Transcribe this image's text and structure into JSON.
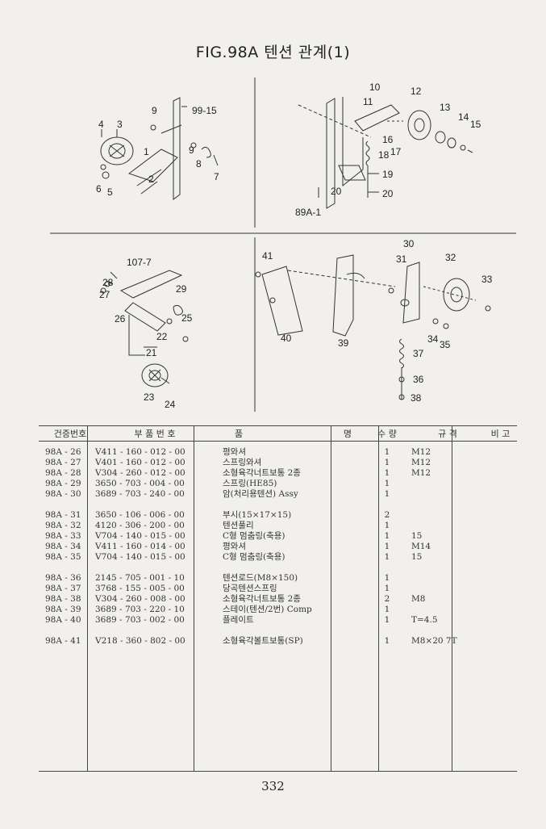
{
  "title": "FIG.98A 텐션 관계(1)",
  "page_number": "332",
  "figure_labels": {
    "q1": [
      "9",
      "99-15",
      "4",
      "3",
      "1",
      "9",
      "8",
      "7",
      "6",
      "5",
      "2"
    ],
    "q2": [
      "10",
      "11",
      "12",
      "13",
      "14",
      "15",
      "16",
      "17",
      "18",
      "19",
      "20",
      "20",
      "89A-1"
    ],
    "q3": [
      "107-7",
      "28",
      "27",
      "26",
      "29",
      "25",
      "22",
      "21",
      "23",
      "24"
    ],
    "q4": [
      "41",
      "40",
      "39",
      "30",
      "31",
      "32",
      "33",
      "37",
      "34",
      "35",
      "36",
      "38"
    ]
  },
  "table": {
    "headers": [
      "건증번호",
      "부 품 번 호",
      "품",
      "명",
      "수 량",
      "규 격",
      "비 고"
    ],
    "rows": [
      {
        "no": "98A - 26",
        "part": "V411 - 160 - 012 - 00",
        "name": "평와셔",
        "qty": "1",
        "spec": "M12"
      },
      {
        "no": "98A - 27",
        "part": "V401 - 160 - 012 - 00",
        "name": "스프링와셔",
        "qty": "1",
        "spec": "M12"
      },
      {
        "no": "98A - 28",
        "part": "V304 - 260 - 012 - 00",
        "name": "소형육각너트보통 2종",
        "qty": "1",
        "spec": "M12"
      },
      {
        "no": "98A - 29",
        "part": "3650 - 703 - 004 - 00",
        "name": "스프링(HE85)",
        "qty": "1",
        "spec": ""
      },
      {
        "no": "98A - 30",
        "part": "3689 - 703 - 240 - 00",
        "name": "암(처리용텐션) Assy",
        "qty": "1",
        "spec": ""
      },
      {
        "no": "98A - 31",
        "part": "3650 - 106 - 006 - 00",
        "name": "부시(15×17×15)",
        "qty": "2",
        "spec": ""
      },
      {
        "no": "98A - 32",
        "part": "4120 - 306 - 200 - 00",
        "name": "텐션풀리",
        "qty": "1",
        "spec": ""
      },
      {
        "no": "98A - 33",
        "part": "V704 - 140 - 015 - 00",
        "name": "C형 멈춤링(축용)",
        "qty": "1",
        "spec": "15"
      },
      {
        "no": "98A - 34",
        "part": "V411 - 160 - 014 - 00",
        "name": "평와셔",
        "qty": "1",
        "spec": "M14"
      },
      {
        "no": "98A - 35",
        "part": "V704 - 140 - 015 - 00",
        "name": "C형 멈춤링(축용)",
        "qty": "1",
        "spec": "15"
      },
      {
        "no": "98A - 36",
        "part": "2145 - 705 - 001 - 10",
        "name": "텐션로드(M8×150)",
        "qty": "1",
        "spec": ""
      },
      {
        "no": "98A - 37",
        "part": "3768 - 155 - 005 - 00",
        "name": "당곡텐션스프링",
        "qty": "1",
        "spec": ""
      },
      {
        "no": "98A - 38",
        "part": "V304 - 260 - 008 - 00",
        "name": "소형육각너트보통 2종",
        "qty": "2",
        "spec": "M8"
      },
      {
        "no": "98A - 39",
        "part": "3689 - 703 - 220 - 10",
        "name": "스테이(텐션/2번) Comp",
        "qty": "1",
        "spec": ""
      },
      {
        "no": "98A - 40",
        "part": "3689 - 703 - 002 - 00",
        "name": "플레이트",
        "qty": "1",
        "spec": "T=4.5"
      },
      {
        "no": "98A - 41",
        "part": "V218 - 360 - 802 - 00",
        "name": "소형육각볼트보통(SP)",
        "qty": "1",
        "spec": "M8×20 7T"
      }
    ]
  }
}
